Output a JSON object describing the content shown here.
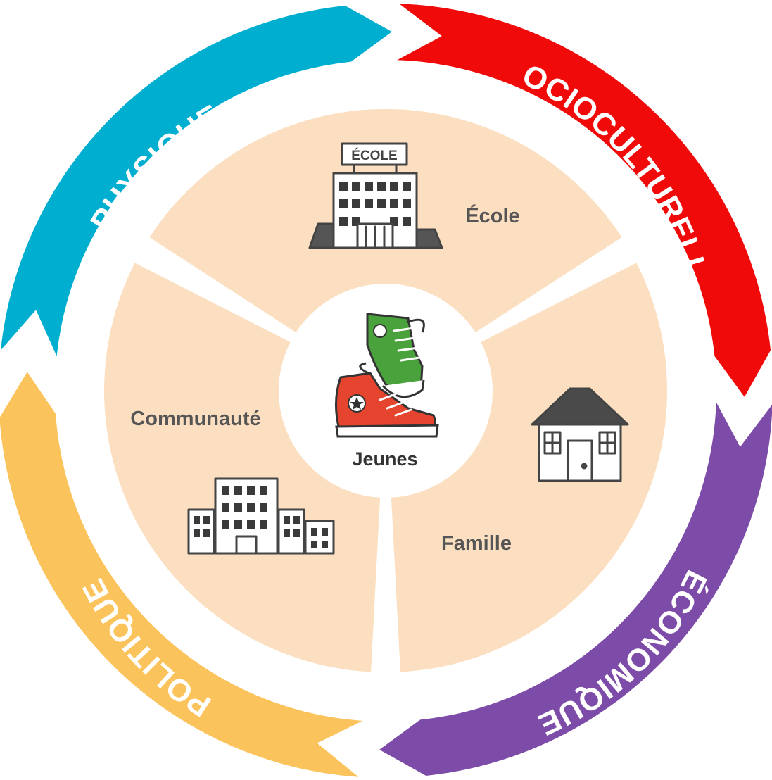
{
  "colors": {
    "physique": "#00AECF",
    "socioculturelle": "#F00A0A",
    "economique": "#7D4CA8",
    "politique": "#FBC35C",
    "sector_fill": "#FBDFC0",
    "outline": "#444444"
  },
  "ring": {
    "physique": "PHYSIQUE",
    "socioculturelle": "SOCIOCULTURELLE",
    "economique": "ÉCONOMIQUE",
    "politique": "POLITIQUE"
  },
  "sectors": {
    "ecole": "École",
    "famille": "Famille",
    "communaute": "Communauté"
  },
  "sign": "ÉCOLE",
  "center": "Jeunes",
  "icons": [
    "school-icon",
    "house-icon",
    "city-buildings-icon",
    "sneakers-icon"
  ]
}
